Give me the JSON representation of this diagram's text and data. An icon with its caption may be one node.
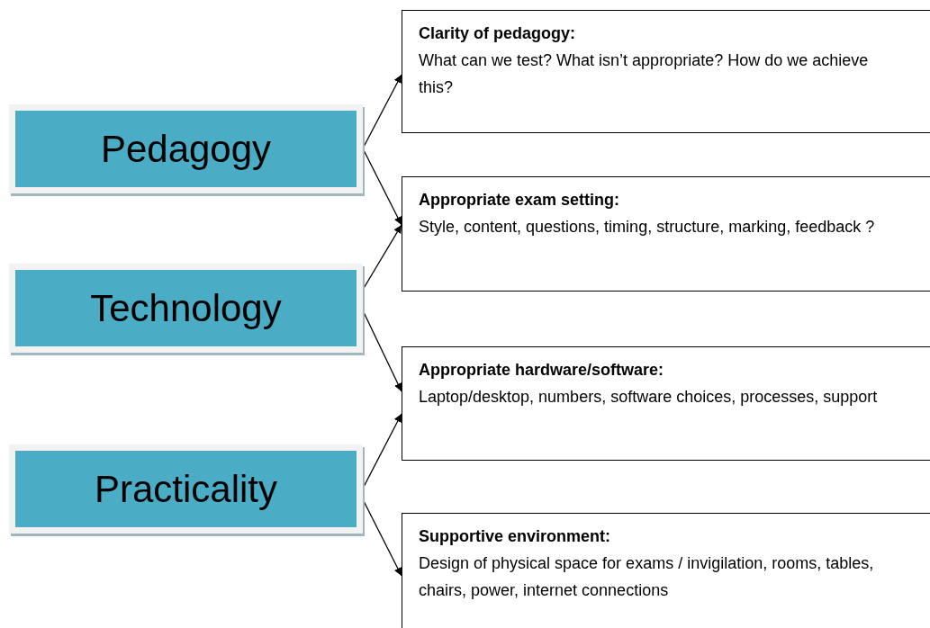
{
  "diagram": {
    "nodes": [
      {
        "text": [
          "Pedagogy"
        ]
      },
      {
        "text": [
          "Technology"
        ]
      },
      {
        "text": [
          "Practicality"
        ]
      },
      {
        "text": [
          "Clarity of pedagogy:",
          "What can we test? What isn’t appropriate? How do we achieve this?"
        ]
      },
      {
        "text": [
          "Appropriate exam setting:",
          "Style, content, questions, timing, structure, marking, feedback ?"
        ]
      },
      {
        "text": [
          "Appropriate hardware/software:",
          "Laptop/desktop,  numbers, software choices, processes, support"
        ]
      },
      {
        "text": [
          "Supportive environment:",
          "Design of physical space for exams / invigilation, rooms, tables, chairs, power, internet connections"
        ]
      }
    ],
    "edges": [
      {
        "from": 0,
        "to": 3,
        "arrow": "to"
      },
      {
        "from": 0,
        "to": 4,
        "arrow": "to"
      },
      {
        "from": 1,
        "to": 4,
        "arrow": "to"
      },
      {
        "from": 1,
        "to": 5,
        "arrow": "to"
      },
      {
        "from": 2,
        "to": 5,
        "arrow": "to"
      },
      {
        "from": 2,
        "to": 6,
        "arrow": "to"
      }
    ]
  }
}
